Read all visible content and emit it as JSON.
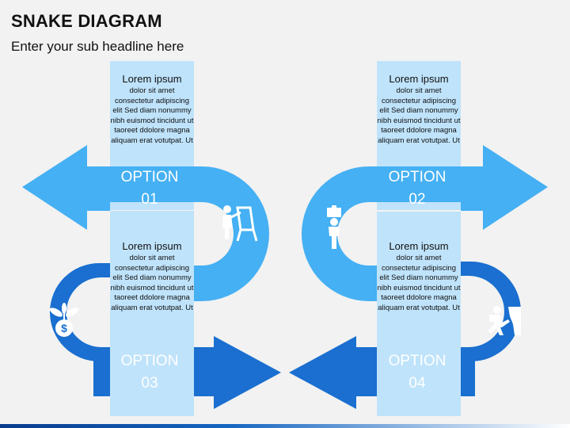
{
  "header": {
    "title": "SNAKE DIAGRAM",
    "subtitle": "Enter your sub headline here"
  },
  "colors": {
    "light_blue": "#45b0f3",
    "dark_blue": "#1a6fd0",
    "box": "#bfe3fb",
    "background": "#f2f2f2"
  },
  "boxes": [
    {
      "heading": "Lorem ipsum",
      "body": "dolor sit amet consectetur adipiscing elit Sed diam nonummy nibh euismod tincidunt ut taoreet ddolore magna aliquam erat votutpat. Ut"
    },
    {
      "heading": "Lorem ipsum",
      "body": "dolor sit amet consectetur adipiscing elit Sed diam nonummy nibh euismod tincidunt ut taoreet ddolore magna aliquam erat votutpat. Ut"
    },
    {
      "heading": "Lorem ipsum",
      "body": "dolor sit amet consectetur adipiscing elit Sed diam nonummy nibh euismod tincidunt ut taoreet ddolore magna aliquam erat votutpat. Ut"
    },
    {
      "heading": "Lorem ipsum",
      "body": "dolor sit amet consectetur adipiscing elit Sed diam nonummy nibh euismod tincidunt ut taoreet ddolore magna aliquam erat votutpat. Ut"
    }
  ],
  "options": [
    {
      "label": "OPTION",
      "number": "01",
      "icon": "presenter-at-flipchart-icon"
    },
    {
      "label": "OPTION",
      "number": "02",
      "icon": "person-holding-box-icon"
    },
    {
      "label": "OPTION",
      "number": "03",
      "icon": "money-plant-icon"
    },
    {
      "label": "OPTION",
      "number": "04",
      "icon": "climber-icon"
    }
  ]
}
